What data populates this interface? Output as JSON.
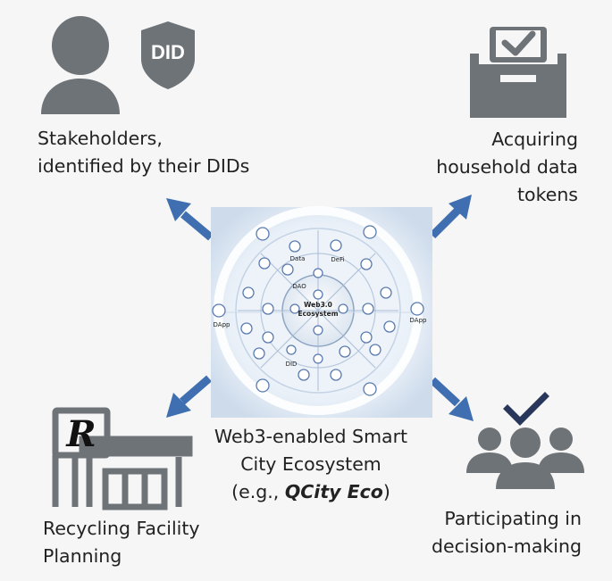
{
  "diagram": {
    "center": {
      "hub_label_line1": "Web3.0",
      "hub_label_line2": "Ecosystem",
      "node_labels": {
        "data": "Data",
        "defi": "DeFi",
        "dao": "DAO",
        "dapp_left": "DApp",
        "dapp_right": "DApp",
        "did": "DID"
      },
      "caption_line1": "Web3-enabled Smart",
      "caption_line2": "City Ecosystem",
      "caption_line3_prefix": "(e.g., ",
      "caption_line3_emphasis": "QCity Eco",
      "caption_line3_suffix": ")"
    },
    "corners": {
      "top_left": {
        "icon": "person-with-did-shield-icon",
        "badge_text": "DID",
        "label": "Stakeholders,\nidentified by their DIDs"
      },
      "top_right": {
        "icon": "ballot-box-check-icon",
        "label": "Acquiring\nhousehold data\ntokens"
      },
      "bottom_left": {
        "icon": "recycling-facility-building-icon",
        "sign_letter": "R",
        "label": "Recycling Facility\nPlanning"
      },
      "bottom_right": {
        "icon": "group-with-checkmark-icon",
        "label": "Participating in\ndecision-making"
      }
    },
    "colors": {
      "icon_gray": "#6e7378",
      "arrow_blue": "#3f6fb0",
      "check_navy": "#27365a",
      "background": "#f6f6f6"
    }
  }
}
